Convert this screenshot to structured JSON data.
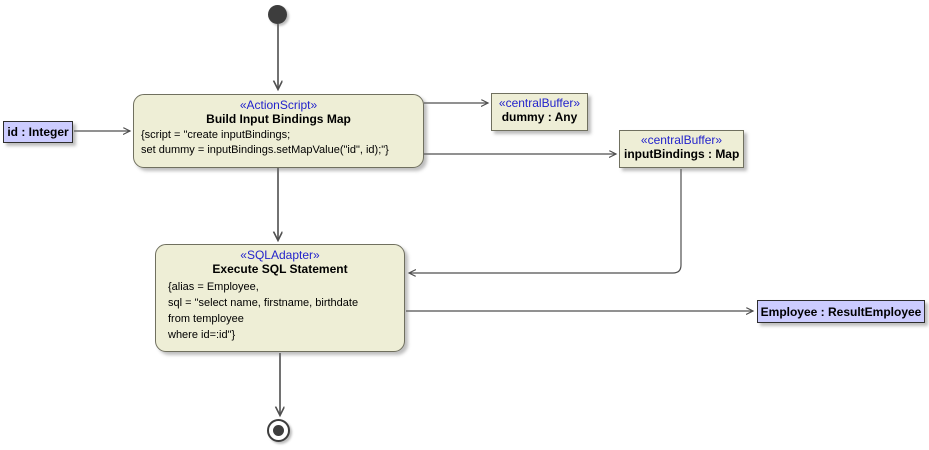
{
  "diagram": {
    "type": "uml-activity-diagram",
    "background": "#ffffff",
    "colors": {
      "node_fill": "#eeeed6",
      "node_border": "#70705f",
      "object_fill": "#ccccff",
      "object_border": "#2e2e2e",
      "stereotype_text": "#2323cc",
      "text": "#000000",
      "edge": "#4f4f4f"
    }
  },
  "nodes": {
    "initial": {
      "kind": "initial-node"
    },
    "action_build": {
      "stereotype": "«ActionScript»",
      "title": "Build Input Bindings Map",
      "body": "{script = \"create inputBindings;\nset dummy = inputBindings.setMapValue(\"id\", id);\"}"
    },
    "buffer_dummy": {
      "stereotype": "«centralBuffer»",
      "name": "dummy : Any"
    },
    "buffer_input_bindings": {
      "stereotype": "«centralBuffer»",
      "name": "inputBindings : Map"
    },
    "action_sql": {
      "stereotype": "«SQLAdapter»",
      "title": "Execute SQL Statement",
      "body": "{alias = Employee,\nsql = \"select name, firstname, birthdate\nfrom temployee\nwhere id=:id\"}"
    },
    "object_id": {
      "label": "id : Integer"
    },
    "object_employee": {
      "label": "Employee : ResultEmployee"
    },
    "final": {
      "kind": "activity-final-node"
    }
  },
  "edges": [
    {
      "from": "initial",
      "to": "action_build"
    },
    {
      "from": "object_id",
      "to": "action_build"
    },
    {
      "from": "action_build",
      "to": "buffer_dummy"
    },
    {
      "from": "action_build",
      "to": "buffer_input_bindings"
    },
    {
      "from": "buffer_input_bindings",
      "to": "action_sql"
    },
    {
      "from": "action_build",
      "to": "action_sql"
    },
    {
      "from": "action_sql",
      "to": "object_employee"
    },
    {
      "from": "action_sql",
      "to": "final"
    }
  ]
}
